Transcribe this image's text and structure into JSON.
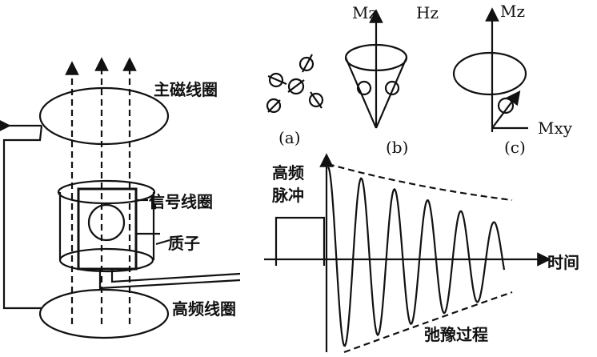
{
  "labels": {
    "main_coil": "主磁线圈",
    "signal_coil": "信号线圈",
    "proton": "质子",
    "rf_coil": "高频线圈",
    "panel_a": "(a)",
    "panel_b": "(b)",
    "panel_c": "(c)",
    "mz_b": "Mz",
    "hz_b": "Hz",
    "mz_c": "Mz",
    "mxy_c": "Mxy",
    "rf_pulse_line1": "高频",
    "rf_pulse_line2": "脉冲",
    "time_axis": "时间",
    "relaxation": "弛豫过程"
  }
}
